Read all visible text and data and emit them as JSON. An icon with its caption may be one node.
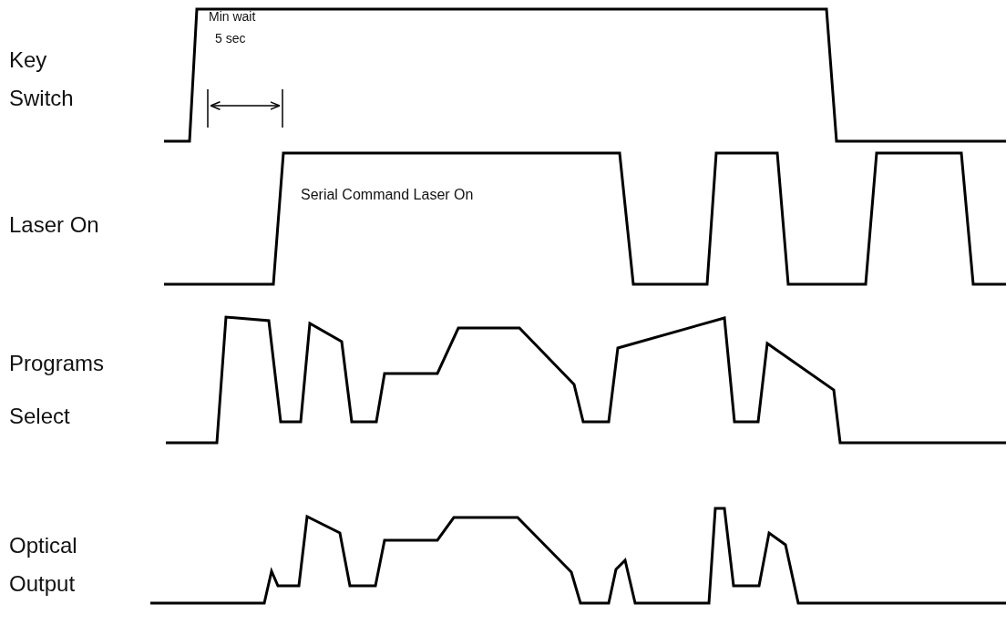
{
  "diagram": {
    "labels": [
      "Key Switch",
      "Min wait",
      "5 sec",
      "Laser On",
      "Serial Command Laser On",
      "Programs Select",
      "Optical Output"
    ]
  }
}
